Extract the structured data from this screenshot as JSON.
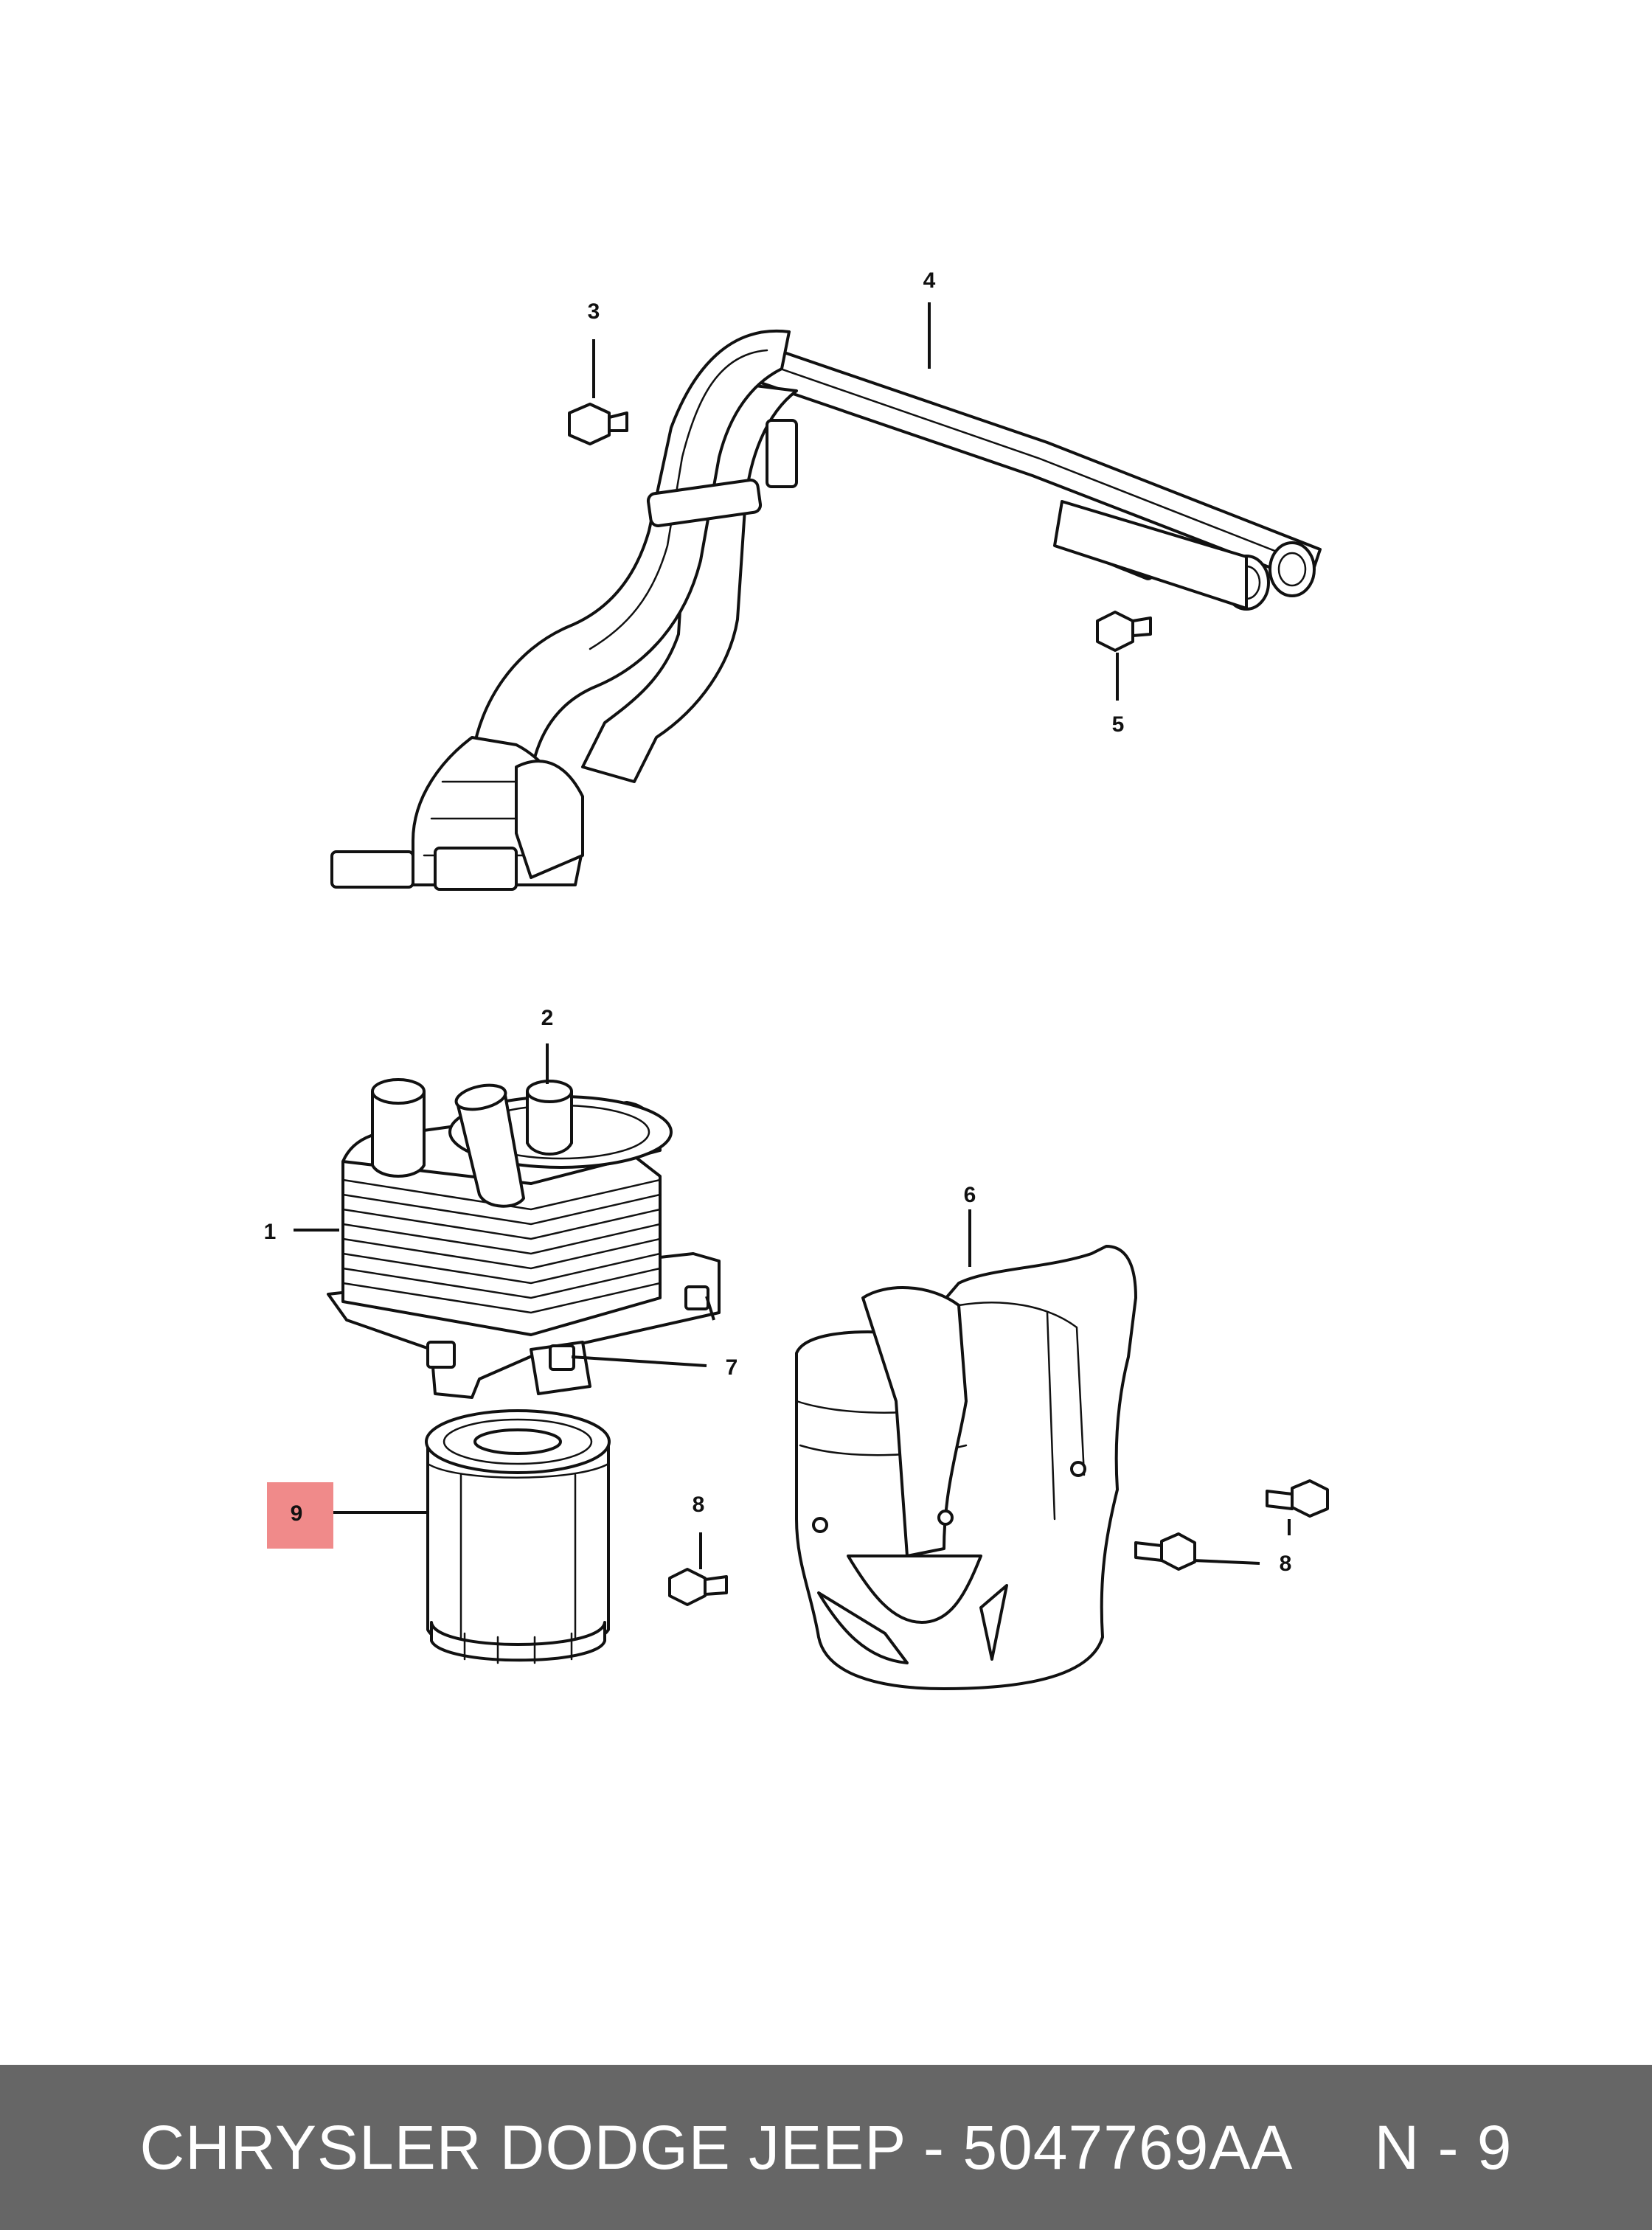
{
  "callouts": {
    "c1": "1",
    "c2": "2",
    "c3": "3",
    "c4": "4",
    "c5": "5",
    "c6": "6",
    "c7": "7",
    "c8a": "8",
    "c8b": "8",
    "c9": "9"
  },
  "highlight_color": "#f08a8a",
  "footer": {
    "part_info": "CHRYSLER DODGE JEEP - 5047769AA",
    "ref": "N - 9"
  }
}
